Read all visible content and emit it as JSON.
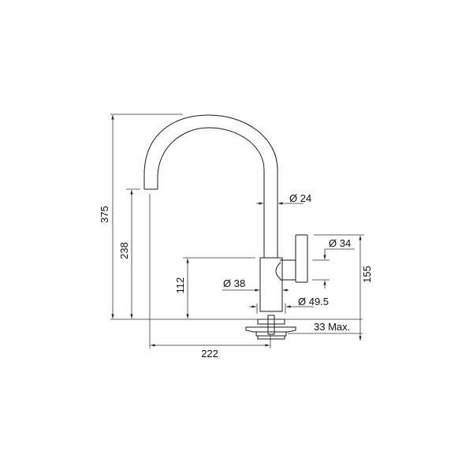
{
  "dimensions": {
    "total_height": "375",
    "spout_height": "238",
    "body_height": "112",
    "reach": "222",
    "handle_height": "155",
    "spout_diameter": "Ø 24",
    "handle_diameter": "Ø 34",
    "body_diameter": "Ø 38",
    "base_diameter": "Ø 49.5",
    "countertop_thickness": "33 Max."
  },
  "colors": {
    "line": "#1a1a1a",
    "background": "#ffffff"
  }
}
